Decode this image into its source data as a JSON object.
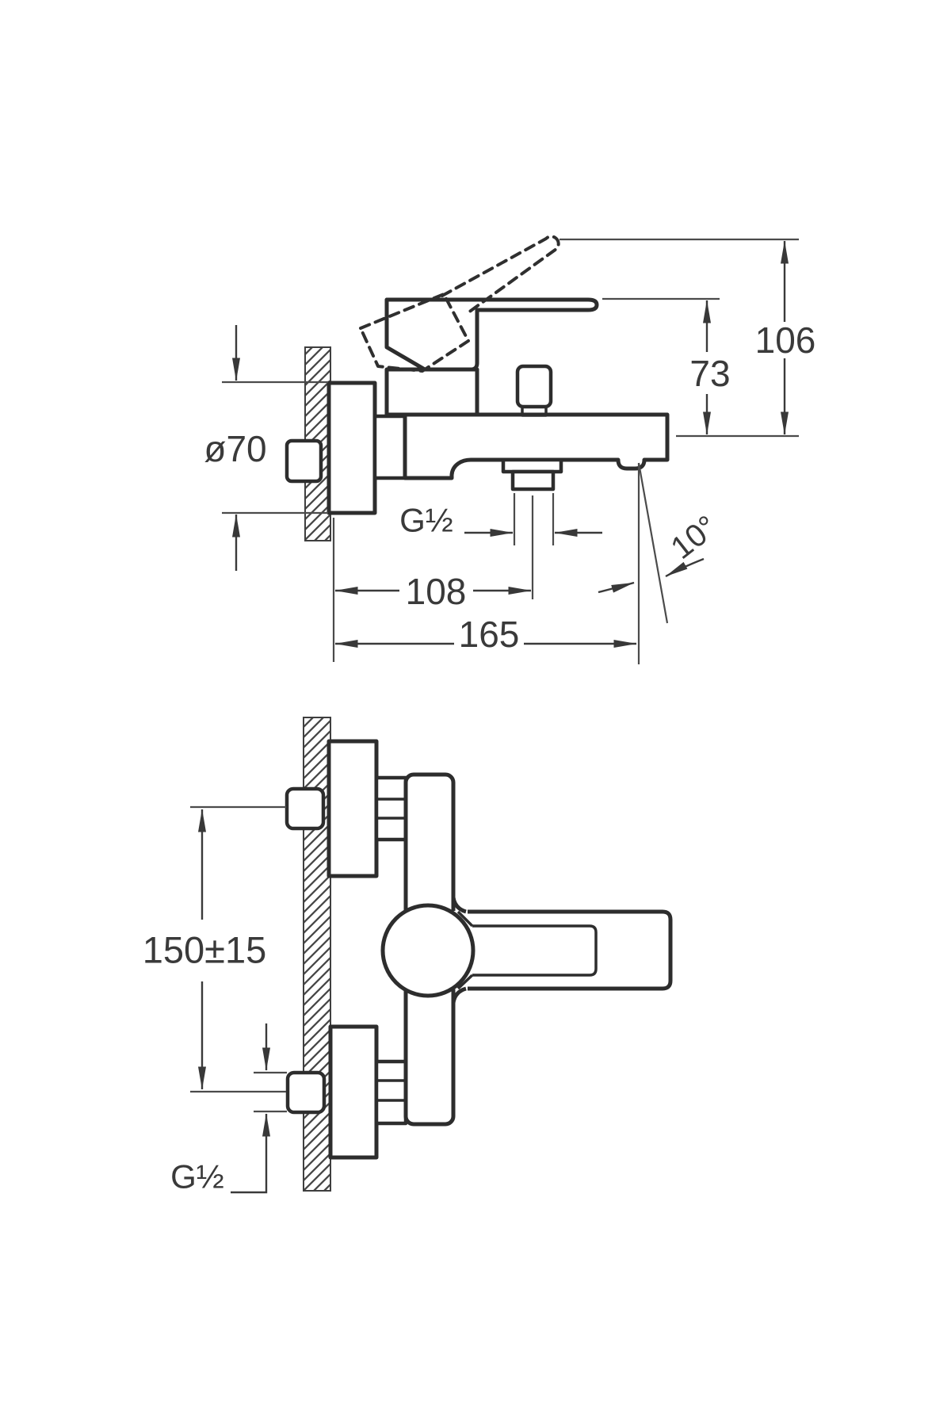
{
  "page": {
    "background": "#ffffff"
  },
  "drawing": {
    "kind": "installation dimension drawing - wall-mounted single-lever bath/shower mixer",
    "colors": {
      "outline": "#2d2d2d",
      "dimension": "#4b4b4b",
      "text": "#3a3a3a"
    },
    "side_view": {
      "labels": {
        "total_height": "106",
        "handle_to_base_height": "73",
        "escutcheon_diameter": "ø70",
        "outlet_thread": "G½",
        "wall_to_outlet": "108",
        "wall_to_spout_tip": "165",
        "spout_angle": "10°"
      }
    },
    "plan_view": {
      "labels": {
        "inlet_center_distance": "150±15",
        "inlet_thread": "G½"
      }
    }
  }
}
